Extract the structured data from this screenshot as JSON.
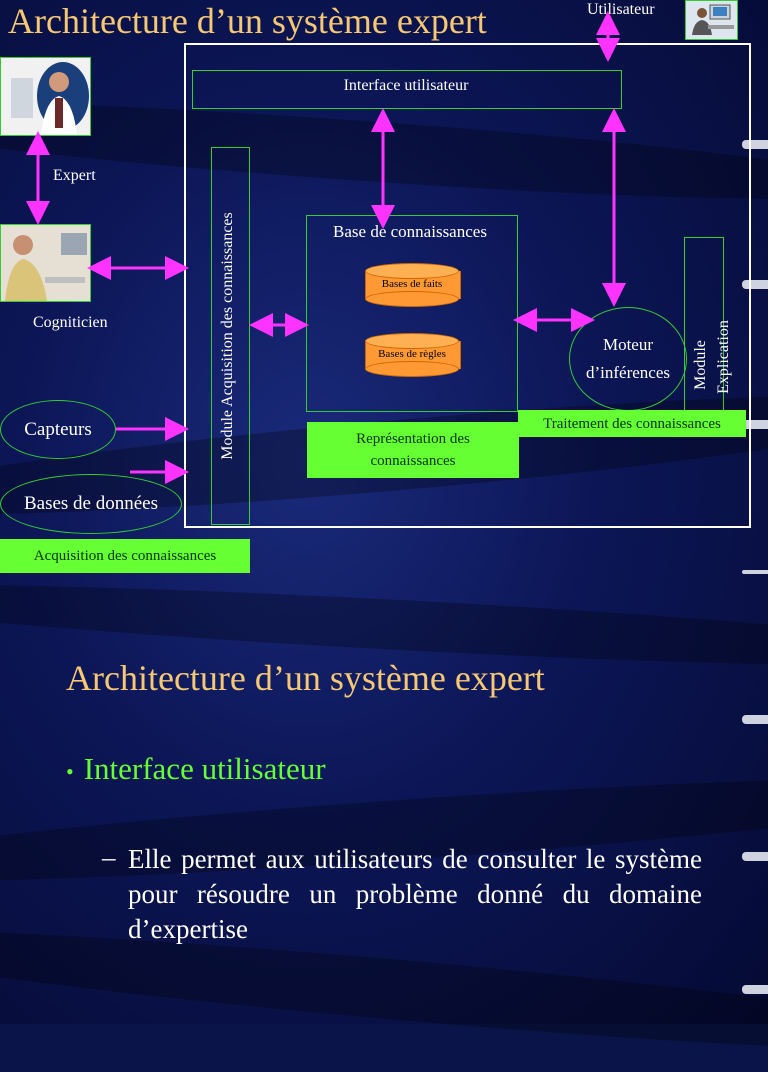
{
  "diagram": {
    "title": "Architecture d’un système expert",
    "utilisateur": "Utilisateur",
    "interface": "Interface utilisateur",
    "expert": "Expert",
    "cogniticien": "Cogniticien",
    "capteurs": "Capteurs",
    "bases_donnees": "Bases de données",
    "acquisition": "Acquisition des connaissances",
    "module_acquisition": "Module Acquisition des connaissances",
    "base_connaissances": "Base de connaissances",
    "bases_faits": "Bases de faits",
    "bases_regles": "Bases de règles",
    "representation_line1": "Représentation des",
    "representation_line2": "connaissances",
    "moteur_line1": "Moteur",
    "moteur_line2": "d’inférences",
    "traitement": "Traitement des connaissances",
    "module_explication_line1": "Module",
    "module_explication_line2": "Explication",
    "colors": {
      "arrow": "#ff33ff",
      "border": "#33cc33",
      "label_bg": "#66ff33",
      "cylinder": "#ff9933",
      "title": "#f7c873"
    }
  },
  "slide": {
    "title": "Architecture d’un système expert",
    "bullet": "Interface utilisateur",
    "sub_dash": "–",
    "sub_text": "Elle permet aux utilisateurs de consulter le système pour résoudre un problème donné du domaine d’expertise"
  }
}
